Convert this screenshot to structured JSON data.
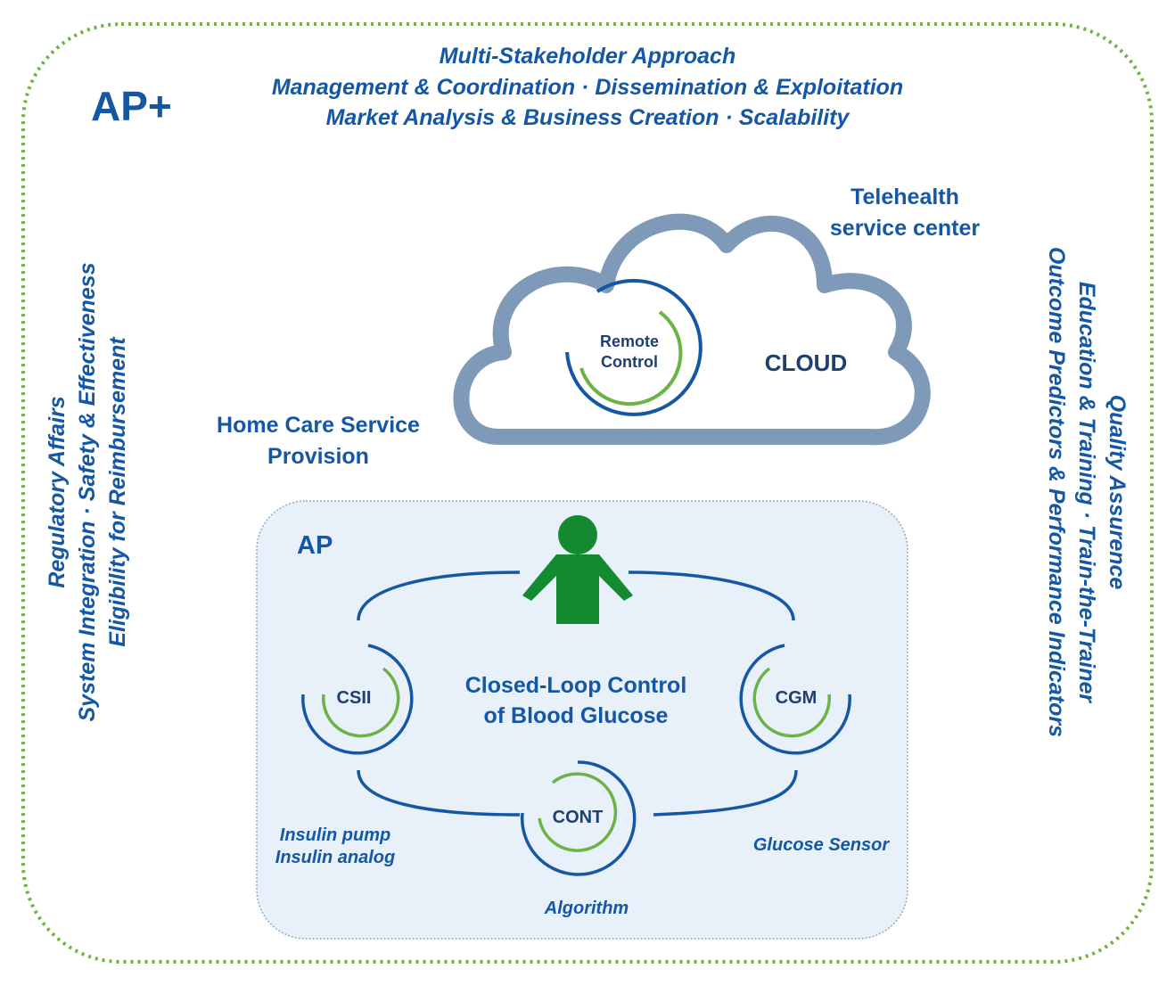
{
  "header": {
    "badge": "AP+",
    "lines": [
      "Multi-Stakeholder Approach",
      "Management & Coordination · Dissemination & Exploitation",
      "Market Analysis & Business Creation · Scalability"
    ]
  },
  "left_side": {
    "lines": [
      "Regulatory Affairs",
      "System Integration · Safety & Effectiveness",
      "Eligibility for Reimbursement"
    ]
  },
  "right_side": {
    "lines": [
      "Quality Assurence",
      "Education & Training · Train-the-Trainer",
      "Outcome Predictors & Performance Indicators"
    ]
  },
  "cloud": {
    "label": "CLOUD",
    "remote_line1": "Remote",
    "remote_line2": "Control",
    "telehealth_line1": "Telehealth",
    "telehealth_line2": "service center"
  },
  "home_care": {
    "line1": "Home Care Service",
    "line2": "Provision"
  },
  "ap_box": {
    "label": "AP",
    "center_line1": "Closed-Loop Control",
    "center_line2": "of Blood Glucose",
    "nodes": {
      "csii": "CSII",
      "cgm": "CGM",
      "cont": "CONT"
    },
    "captions": {
      "insulin_line1": "Insulin pump",
      "insulin_line2": "Insulin analog",
      "glucose": "Glucose Sensor",
      "algorithm": "Algorithm"
    }
  },
  "colors": {
    "dark_blue": "#1457a5",
    "navy": "#1f3f6e",
    "green": "#6ab344",
    "person_green": "#138a2f",
    "cloud_fill": "#7f9ab8",
    "box_fill": "#e8f0fa",
    "dotted_border": "#6fb33f"
  }
}
